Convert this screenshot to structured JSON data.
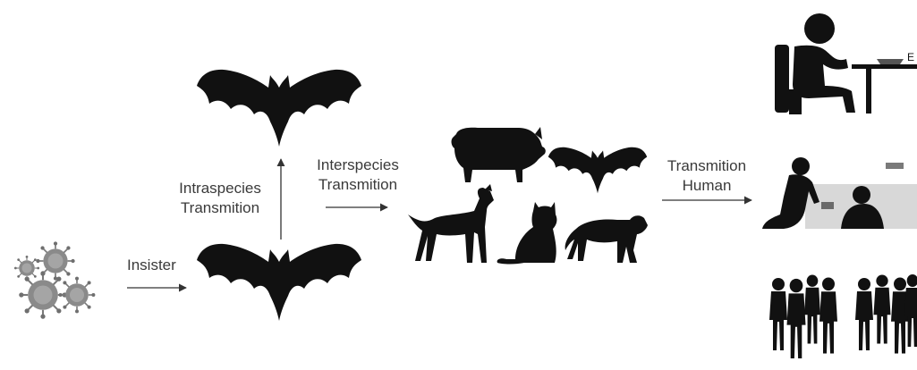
{
  "diagram": {
    "labels": {
      "insister": "Insister",
      "intraspecies_line1": "Intraspecies",
      "intraspecies_line2": "Transmition",
      "interspecies_line1": "Interspecies",
      "interspecies_line2": "Transmition",
      "human_line1": "Transmition",
      "human_line2": "Human"
    },
    "icons": [
      "virus-cluster-icon",
      "bat-icon",
      "pig-icon",
      "dog-icon",
      "cat-icon",
      "civet-icon",
      "person-eating-icon",
      "caregiver-patient-icon",
      "crowd-icon"
    ],
    "colors": {
      "silhouette": "#111111",
      "virus": "#8c8c8c",
      "arrow": "#333333",
      "text": "#3a3a3a"
    }
  }
}
